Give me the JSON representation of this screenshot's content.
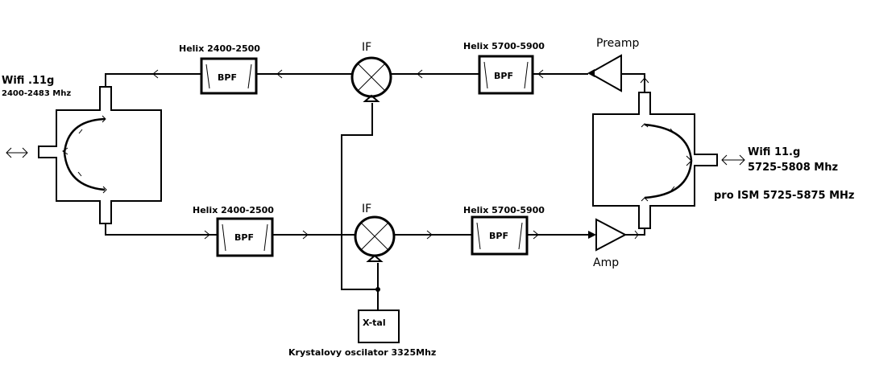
{
  "labels": {
    "wifi_left_title": "Wifi .11g",
    "wifi_left_range": "2400-2483 Mhz",
    "wifi_right_title": "Wifi 11.g",
    "wifi_right_range": "5725-5808 Mhz",
    "ism_note": "pro ISM 5725-5875 MHz",
    "preamp": "Preamp",
    "amp": "Amp",
    "if_top": "IF",
    "if_bottom": "IF",
    "xtal": "X-tal",
    "xtal_caption": "Krystalovy oscilator 3325Mhz"
  },
  "filters": {
    "top_left_title": "Helix 2400-2500",
    "top_right_title": "Helix 5700-5900",
    "bottom_left_title": "Helix 2400-2500",
    "bottom_right_title": "Helix 5700-5900",
    "bpf": "BPF"
  },
  "icons": {
    "left_port": "double-arrow-icon",
    "right_port": "double-arrow-icon",
    "mixer": "mixer-icon",
    "amplifier": "triangle-amplifier-icon"
  }
}
